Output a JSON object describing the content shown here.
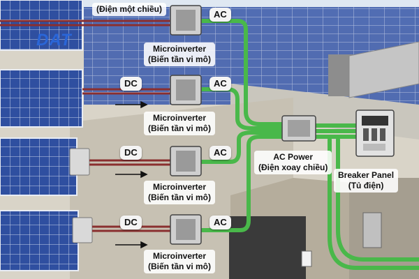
{
  "logo": {
    "text": "DAT",
    "color": "#2a66d8"
  },
  "top_caption": "(Điện một chiều)",
  "microinverter": {
    "title": "Microinverter",
    "subtitle": "(Biến tần vi mô)"
  },
  "rows": [
    {
      "dc_label": "",
      "ac_label": "AC"
    },
    {
      "dc_label": "DC",
      "ac_label": "AC"
    },
    {
      "dc_label": "DC",
      "ac_label": "AC"
    },
    {
      "dc_label": "DC",
      "ac_label": "AC"
    }
  ],
  "ac_power": {
    "title": "AC Power",
    "subtitle": "(Điện xoay chiều)"
  },
  "breaker_panel": {
    "title": "Breaker Panel",
    "subtitle": "(Tủ điện)"
  },
  "colors": {
    "ac_cable": "#49b84a",
    "dc_cable": "#8a2f2f",
    "panel": "#2e4e9c",
    "roof": "#b9b6ad",
    "sky": "#dfe8f2"
  }
}
